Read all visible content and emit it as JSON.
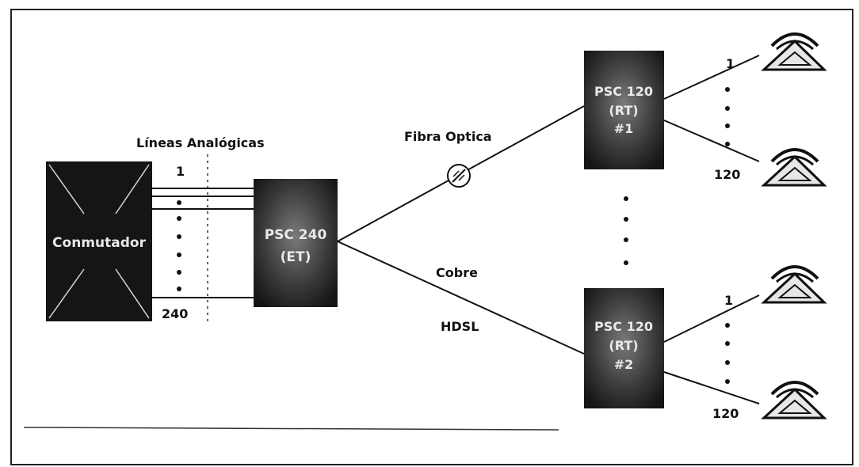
{
  "switch_label": "Conmutador",
  "analog_lines_label": "Líneas Analógicas",
  "line_first": "1",
  "line_last": "240",
  "et_unit": {
    "line1": "PSC 240",
    "line2": "(ET)"
  },
  "fiber_label": "Fibra Optica",
  "copper_label": "Cobre",
  "hdsl_label": "HDSL",
  "rt_units": [
    {
      "line1": "PSC 120",
      "line2": "(RT)",
      "line3": "#1",
      "first": "1",
      "last": "120"
    },
    {
      "line1": "PSC 120",
      "line2": "(RT)",
      "line3": "#2",
      "first": "1",
      "last": "120"
    }
  ],
  "colors": {
    "box_dark": "#1a1a1a",
    "box_light": "#6e6e6e",
    "line": "#111111",
    "phone": "#e7e7e7"
  }
}
